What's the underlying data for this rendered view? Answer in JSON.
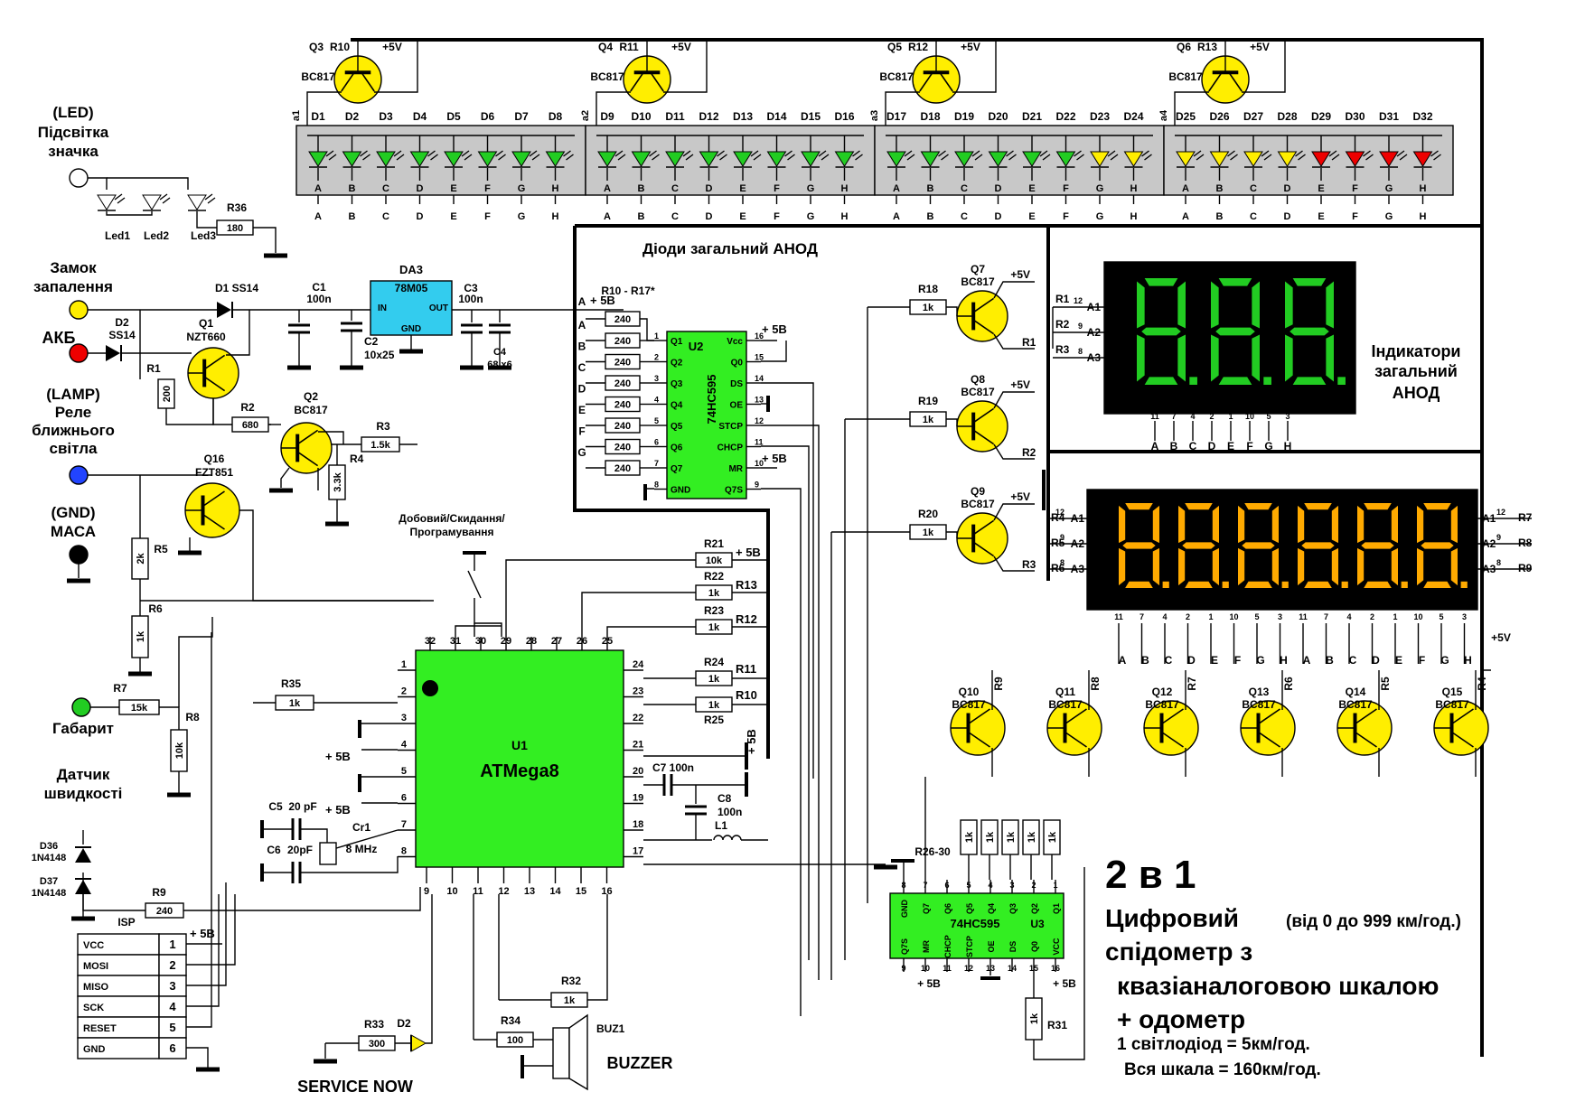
{
  "colors": {
    "green_chip": "#33ee22",
    "cyan_chip": "#33ccee",
    "yellow_transistor": "#ffee00",
    "display_bg": "#000000",
    "seg_green": "#22cc22",
    "seg_orange": "#ffaa00",
    "led_green": "#22cc22",
    "led_yellow": "#ffee00",
    "led_red": "#ee0000",
    "led_panel": "#c8c8c8"
  },
  "title": {
    "line1": "2 в 1",
    "line2a": "Цифровий",
    "line2b": "(від 0 до 999 км/год.)",
    "line3": "спідометр з",
    "line4": "квазіаналоговою шкалою",
    "line5": "+ одометр",
    "note1": "1 світлодіод = 5км/год.",
    "note2": "Вся шкала = 160км/год."
  },
  "inputs": {
    "led_label": "(LED)",
    "led_sub1": "Підсвітка",
    "led_sub2": "значка",
    "lock1": "Замок",
    "lock2": "запалення",
    "akb": "АКБ",
    "lamp": "(LAMP)",
    "lamp1": "Реле",
    "lamp2": "ближнього",
    "lamp3": "світла",
    "gnd": "(GND)",
    "gnd2": "МАСА",
    "gabarit": "Габарит",
    "speed1": "Датчик",
    "speed2": "швидкості"
  },
  "leds_top": {
    "groups": [
      {
        "anode": "a1",
        "tr": "Q3",
        "tr_type": "BC817",
        "res": "R10",
        "diodes": [
          "D1",
          "D2",
          "D3",
          "D4",
          "D5",
          "D6",
          "D7",
          "D8"
        ]
      },
      {
        "anode": "a2",
        "tr": "Q4",
        "tr_type": "BC817",
        "res": "R11",
        "diodes": [
          "D9",
          "D10",
          "D11",
          "D12",
          "D13",
          "D14",
          "D15",
          "D16"
        ]
      },
      {
        "anode": "a3",
        "tr": "Q5",
        "tr_type": "BC817",
        "res": "R12",
        "diodes": [
          "D17",
          "D18",
          "D19",
          "D20",
          "D21",
          "D22",
          "D23",
          "D24"
        ]
      },
      {
        "anode": "a4",
        "tr": "Q6",
        "tr_type": "BC817",
        "res": "R13",
        "diodes": [
          "D25",
          "D26",
          "D27",
          "D28",
          "D29",
          "D30",
          "D31",
          "D32"
        ]
      }
    ],
    "letters": [
      "A",
      "B",
      "C",
      "D",
      "E",
      "F",
      "G",
      "H"
    ],
    "led_colors": [
      [
        "g",
        "g",
        "g",
        "g",
        "g",
        "g",
        "g",
        "g"
      ],
      [
        "g",
        "g",
        "g",
        "g",
        "g",
        "g",
        "g",
        "g"
      ],
      [
        "g",
        "g",
        "g",
        "g",
        "g",
        "g",
        "y",
        "y"
      ],
      [
        "y",
        "y",
        "y",
        "y",
        "r",
        "r",
        "r",
        "r"
      ]
    ],
    "plus5": "+5V"
  },
  "left_parts": {
    "led1": "Led1",
    "led2": "Led2",
    "led3": "Led3",
    "r36": "R36",
    "r36v": "180",
    "d1": "D1 SS14",
    "d2": "D2",
    "d2t": "SS14",
    "q1": "Q1",
    "q1t": "NZT660",
    "r1": "R1",
    "r1v": "200",
    "r2": "R2",
    "r2v": "680",
    "q2": "Q2",
    "q2t": "BC817",
    "r3": "R3",
    "r3v": "1.5k",
    "r4": "R4",
    "r4v": "3.3k",
    "q16": "Q16",
    "q16t": "FZT851",
    "r5": "R5",
    "r5v": "2k",
    "r6": "R6",
    "r6v": "1k",
    "r7": "R7",
    "r7v": "15k",
    "r8": "R8",
    "r8v": "10k",
    "d36": "D36",
    "d36t": "1N4148",
    "d37": "D37",
    "d37t": "1N4148",
    "r9": "R9",
    "r9v": "240",
    "c1": "C1",
    "c1v": "100n",
    "c2": "C2",
    "c2v": "10x25",
    "da3": "DA3",
    "da3t": "78M05",
    "da3in": "IN",
    "da3out": "OUT",
    "da3gnd": "GND",
    "c3": "C3",
    "c3v": "100n",
    "c4": "C4",
    "c4v": "68 x6",
    "plus5b": "+ 5В"
  },
  "u2": {
    "name": "U2",
    "type": "74HC595",
    "res_title": "R10 - R17*",
    "res_vals": [
      "240",
      "240",
      "240",
      "240",
      "240",
      "240",
      "240",
      "240"
    ],
    "letters": [
      "A",
      "B",
      "C",
      "D",
      "E",
      "F",
      "G",
      "H"
    ],
    "left_pins": [
      "Q1",
      "Q2",
      "Q3",
      "Q4",
      "Q5",
      "Q6",
      "Q7",
      "GND"
    ],
    "left_nums": [
      "1",
      "2",
      "3",
      "4",
      "5",
      "6",
      "7",
      "8"
    ],
    "right_pins": [
      "Vcc",
      "Q0",
      "DS",
      "OE",
      "STCP",
      "CHCP",
      "MR",
      "Q7S"
    ],
    "right_nums": [
      "16",
      "15",
      "14",
      "13",
      "12",
      "11",
      "10",
      "9"
    ],
    "anod_title": "Діоди загальний АНОД"
  },
  "u1": {
    "name": "U1",
    "type": "ATMega8",
    "top_nums": [
      "32",
      "31",
      "30",
      "29",
      "28",
      "27",
      "26",
      "25"
    ],
    "left_nums": [
      "1",
      "2",
      "3",
      "4",
      "5",
      "6",
      "7",
      "8"
    ],
    "right_nums": [
      "24",
      "23",
      "22",
      "21",
      "20",
      "19",
      "18",
      "17"
    ],
    "bottom_nums": [
      "9",
      "10",
      "11",
      "12",
      "13",
      "14",
      "15",
      "16"
    ],
    "switch_label1": "Добовий/Скидання/",
    "switch_label2": "Програмування",
    "r21": "R21",
    "r21v": "10k",
    "r22": "R22",
    "r22v": "1k",
    "r23": "R23",
    "r23v": "1k",
    "r24": "R24",
    "r24v": "1k",
    "r25": "R25",
    "r25v": "1k",
    "r35": "R35",
    "r35v": "1k",
    "c5": "C5",
    "c5v": "20 pF",
    "c6": "C6",
    "c6v": "20pF",
    "cr1": "Cr1",
    "cr1v": "8 MHz",
    "c7": "C7 100n",
    "c8": "C8",
    "c8v": "100n",
    "l1": "L1",
    "r13": "R13",
    "r12": "R12",
    "r11": "R11",
    "r10": "R10"
  },
  "isp": {
    "title": "ISP",
    "rows": [
      {
        "name": "VCC",
        "num": "1"
      },
      {
        "name": "MOSI",
        "num": "2"
      },
      {
        "name": "MISO",
        "num": "3"
      },
      {
        "name": "SCK",
        "num": "4"
      },
      {
        "name": "RESET",
        "num": "5"
      },
      {
        "name": "GND",
        "num": "6"
      }
    ],
    "plus5": "+ 5В"
  },
  "bottom": {
    "r33": "R33",
    "r33v": "300",
    "d2": "D2",
    "service": "SERVICE NOW",
    "r34": "R34",
    "r34v": "100",
    "buz": "BUZ1",
    "buzzer": "BUZZER",
    "r32": "R32",
    "r32v": "1k"
  },
  "display1": {
    "label1": "Індикатори",
    "label2": "загальний",
    "label3": "АНОД",
    "pins_top": [
      "12",
      "9",
      "8"
    ],
    "anodes": [
      "A1",
      "A2",
      "A3"
    ],
    "r_in": [
      "R1",
      "R2",
      "R3"
    ],
    "bottom_nums": [
      "11",
      "7",
      "4",
      "2",
      "1",
      "10",
      "5",
      "3"
    ],
    "bottom_letters": [
      "A",
      "B",
      "C",
      "D",
      "E",
      "F",
      "G",
      "H"
    ],
    "q7": "Q7",
    "q8": "Q8",
    "q9": "Q9",
    "qt": "BC817",
    "r18": "R18",
    "r19": "R19",
    "r20": "R20",
    "rv": "1k",
    "p5": "+5V",
    "r1out": "R1",
    "r2out": "R2",
    "r3out": "R3"
  },
  "display2": {
    "left_r": [
      "R4",
      "R5",
      "R6"
    ],
    "left_nums": [
      "12",
      "9",
      "8"
    ],
    "left_a": [
      "A1",
      "A2",
      "A3"
    ],
    "right_r": [
      "R7",
      "R8",
      "R9"
    ],
    "right_nums": [
      "12",
      "9",
      "8"
    ],
    "right_a": [
      "A1",
      "A2",
      "A3"
    ],
    "bottom_letters": [
      "A",
      "B",
      "C",
      "D",
      "E",
      "F",
      "G",
      "H",
      "A",
      "B",
      "C",
      "D",
      "E",
      "F",
      "G",
      "H"
    ],
    "bottom_nums": [
      "11",
      "7",
      "4",
      "2",
      "1",
      "10",
      "5",
      "3",
      "11",
      "7",
      "4",
      "2",
      "1",
      "10",
      "5",
      "3"
    ],
    "p5": "+5V"
  },
  "row_transistors": [
    {
      "q": "Q10",
      "r": "R9"
    },
    {
      "q": "Q11",
      "r": "R8"
    },
    {
      "q": "Q12",
      "r": "R7"
    },
    {
      "q": "Q13",
      "r": "R6"
    },
    {
      "q": "Q14",
      "r": "R5"
    },
    {
      "q": "Q15",
      "r": "R4"
    }
  ],
  "u3": {
    "name": "U3",
    "type": "74HC595",
    "res_title": "R26-30",
    "top_nums": [
      "8",
      "7",
      "6",
      "5",
      "4",
      "3",
      "2",
      "1"
    ],
    "top_pins": [
      "GND",
      "Q7",
      "Q6",
      "Q5",
      "Q4",
      "Q3",
      "Q2",
      "Q1"
    ],
    "bot_nums": [
      "9",
      "10",
      "11",
      "12",
      "13",
      "14",
      "15",
      "16"
    ],
    "bot_pins": [
      "Q7S",
      "MR",
      "CHCP",
      "STCP",
      "OE",
      "DS",
      "Q0",
      "VCC"
    ],
    "res_vals": [
      "1k",
      "1k",
      "1k",
      "1k",
      "1k"
    ],
    "r31": "R31",
    "r31v": "1k",
    "p5": "+ 5В",
    "p5b": "+ 5В"
  }
}
